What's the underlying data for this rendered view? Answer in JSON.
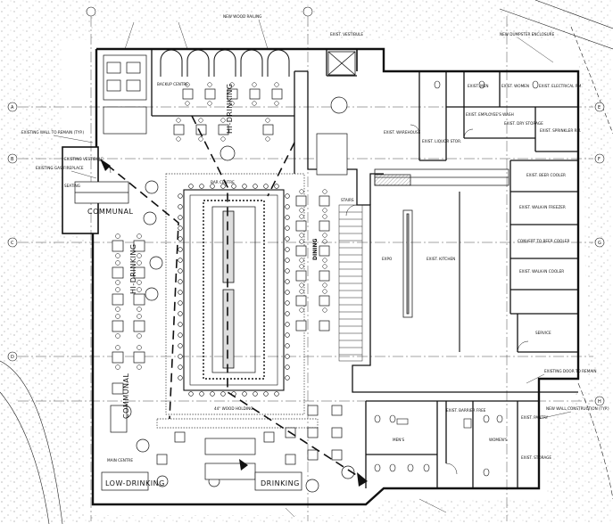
{
  "zones": {
    "communal_upper": "COMMUNAL",
    "communal_lower": "COMMUNAL",
    "hi_drinking": "HI-DRINKING",
    "low_drinking": "LOW-DRINKING",
    "drinking": "DRINKING",
    "hi_drinking_upper": "HI-DRINKING",
    "dining": "DINING",
    "bar_centre": "BAR CENTRE"
  },
  "rooms": {
    "warehouse": "EXIST. WAREHOUSE",
    "liquor_stor": "EXIST. LIQUOR STOR.",
    "employees_wash": "EXIST. EMPLOYEE'S WASH",
    "men": "EXIST. MEN",
    "women_upper": "EXIST. WOMEN",
    "electrical": "EXIST. ELECTRICAL RM.",
    "dry_storage": "EXIST. DRY STORAGE",
    "sprinkler": "EXIST. SPRINKLER RM.",
    "beer_cooler": "EXIST. BEER COOLER",
    "walk_in_freezer": "EXIST. WALK-IN FREEZER",
    "convert_beer_cooler": "CONVERT TO BEER COOLER",
    "walk_in_cooler": "EXIST. WALK-IN COOLER",
    "kitchen": "EXIST. KITCHEN",
    "expo": "EXPO",
    "service": "SERVICE",
    "mens": "MEN'S",
    "womens": "WOMEN'S",
    "barrier_free": "EXIST. BARRIER FREE",
    "pantry": "EXIST. PANTRY",
    "storage": "EXIST. STORAGE",
    "vestibule_top": "EXIST. VESTIBULE",
    "vestibule_left": "EXISTING VESTIBULE",
    "main_centre": "MAIN CENTRE",
    "backup_centre": "BACKUP CENTRE",
    "bar_wood": "44\" WOOD HOLDING"
  },
  "notes": {
    "gas_fireplace": "EXISTING GAS FIREPLACE",
    "seating": "SEATING",
    "stairs": "STAIRS",
    "new_wood_railing": "NEW WOOD RAILING",
    "existing_wall": "EXISTING WALL TO REMAIN (TYP.)",
    "existing_door": "EXISTING DOOR TO REMAIN",
    "new_wall": "NEW WALL CONSTRUCTION (TYP.)",
    "dumpster": "NEW DUMPSTER ENCLOSURE"
  },
  "grid_left": [
    "A",
    "B",
    "C",
    "D"
  ],
  "grid_right": [
    "E",
    "F",
    "G",
    "H"
  ],
  "colors": {
    "ink": "#1a1a1a",
    "paper": "#ffffff",
    "dots": "#777777"
  }
}
